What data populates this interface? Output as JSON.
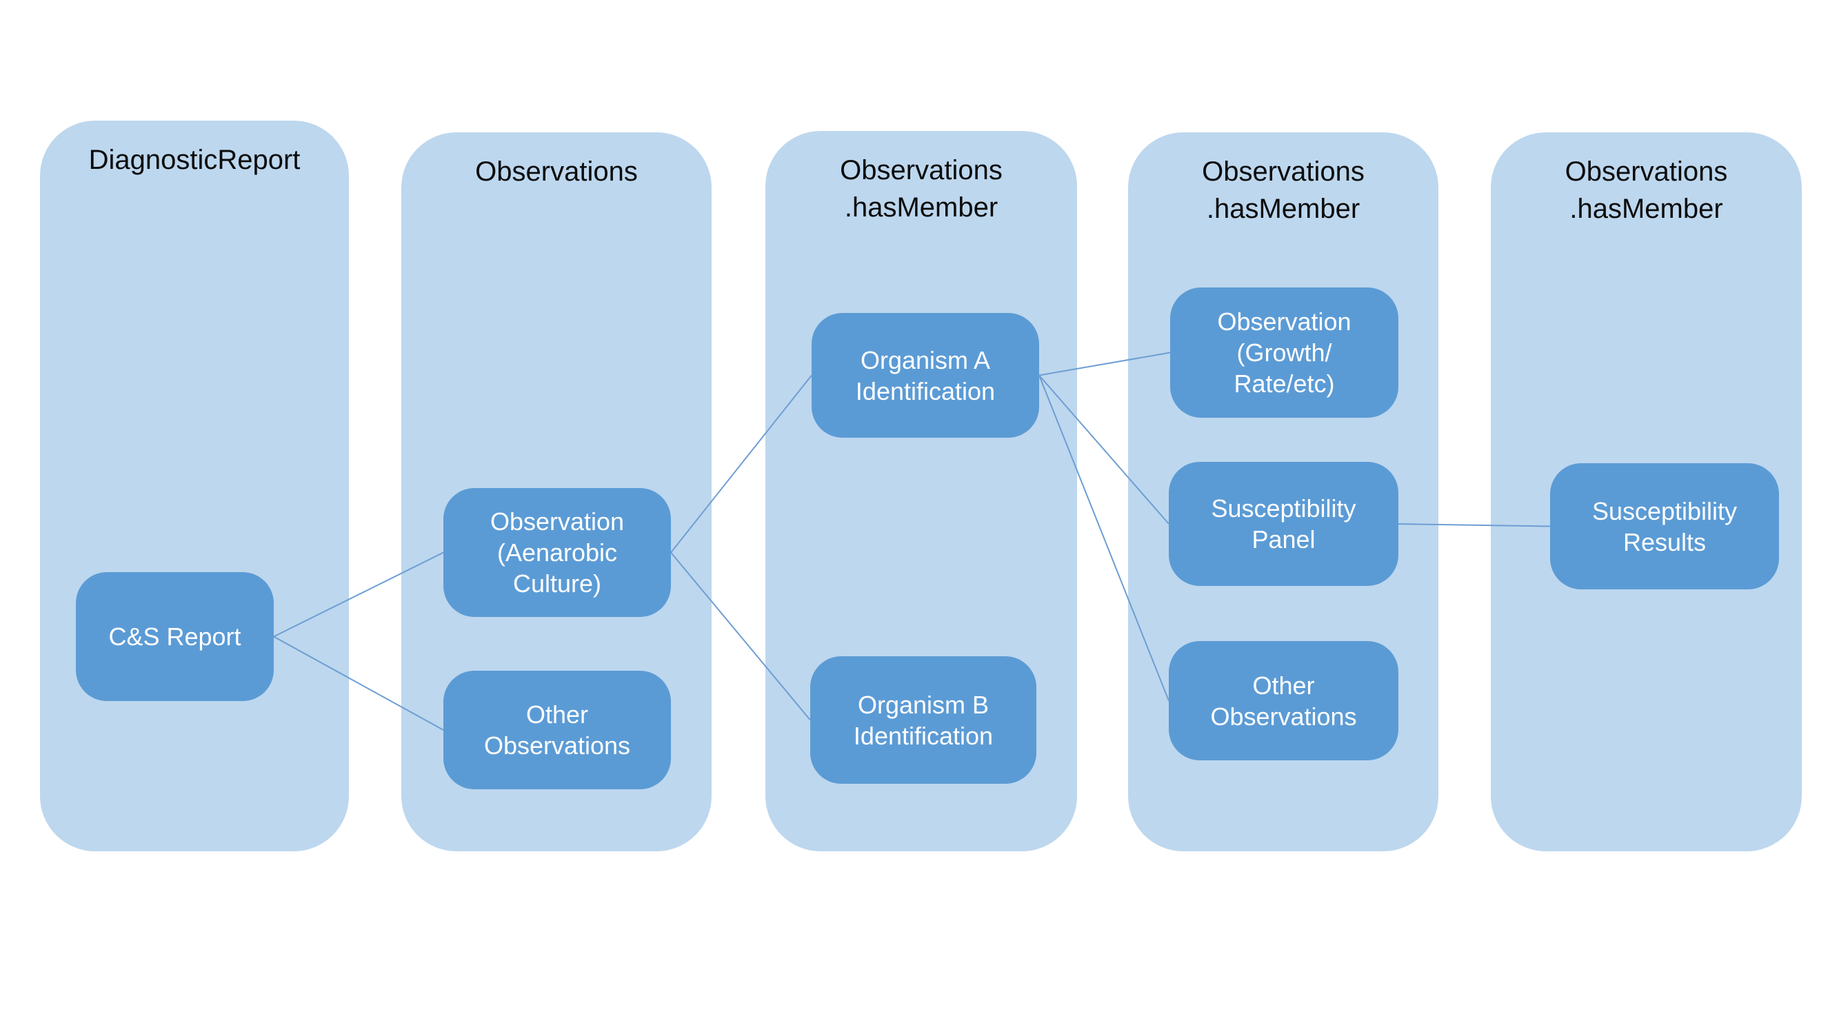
{
  "diagram": {
    "colors": {
      "page_bg": "#FFFFFF",
      "column_bg": "#BDD7EE",
      "box_bg": "#5B9BD5",
      "box_text": "#FFFFFF",
      "title_text": "#0B0B0B",
      "connector": "#6D9ED3"
    },
    "columns": [
      {
        "title_lines": [
          "DiagnosticReport"
        ],
        "boxes": [
          {
            "id": "cs-report",
            "lines": [
              "C&S Report"
            ]
          }
        ]
      },
      {
        "title_lines": [
          "Observations"
        ],
        "boxes": [
          {
            "id": "obs-aenarobic",
            "lines": [
              "Observation",
              "(Aenarobic",
              "Culture)"
            ]
          },
          {
            "id": "other-obs-2",
            "lines": [
              "Other",
              "Observations"
            ]
          }
        ]
      },
      {
        "title_lines": [
          "Observations",
          ".hasMember"
        ],
        "boxes": [
          {
            "id": "organism-a",
            "lines": [
              "Organism A",
              "Identification"
            ]
          },
          {
            "id": "organism-b",
            "lines": [
              "Organism B",
              "Identification"
            ]
          }
        ]
      },
      {
        "title_lines": [
          "Observations",
          ".hasMember"
        ],
        "boxes": [
          {
            "id": "obs-growth",
            "lines": [
              "Observation",
              "(Growth/",
              "Rate/etc)"
            ]
          },
          {
            "id": "susc-panel",
            "lines": [
              "Susceptibility",
              "Panel"
            ]
          },
          {
            "id": "other-obs-4",
            "lines": [
              "Other",
              "Observations"
            ]
          }
        ]
      },
      {
        "title_lines": [
          "Observations",
          ".hasMember"
        ],
        "boxes": [
          {
            "id": "susc-results",
            "lines": [
              "Susceptibility",
              "Results"
            ]
          }
        ]
      }
    ],
    "edges": [
      {
        "from": "cs-report",
        "to": "obs-aenarobic"
      },
      {
        "from": "cs-report",
        "to": "other-obs-2"
      },
      {
        "from": "obs-aenarobic",
        "to": "organism-a"
      },
      {
        "from": "obs-aenarobic",
        "to": "organism-b"
      },
      {
        "from": "organism-a",
        "to": "obs-growth"
      },
      {
        "from": "organism-a",
        "to": "susc-panel"
      },
      {
        "from": "organism-a",
        "to": "other-obs-4"
      },
      {
        "from": "susc-panel",
        "to": "susc-results"
      }
    ]
  }
}
